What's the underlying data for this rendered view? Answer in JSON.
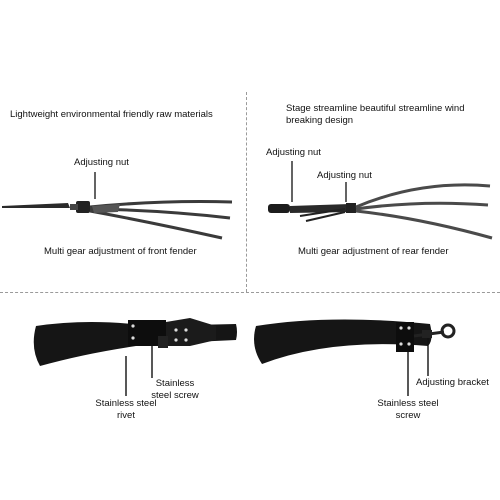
{
  "top_left": {
    "headline": "Lightweight environmental friendly raw materials",
    "callout": "Adjusting nut",
    "caption": "Multi gear adjustment of front fender"
  },
  "top_right": {
    "headline": "Stage streamline beautiful streamline wind breaking design",
    "callout_1": "Adjusting nut",
    "callout_2": "Adjusting nut",
    "caption": "Multi gear adjustment of rear fender"
  },
  "bottom_left": {
    "callout_rivet": "Stainless steel rivet",
    "callout_screw": "Stainless steel screw"
  },
  "bottom_right": {
    "callout_screw": "Stainless steel screw",
    "callout_bracket": "Adjusting bracket"
  },
  "colors": {
    "fender": "#1a1a1a",
    "stay": "#3a3a3a",
    "divider": "#9a9a9a"
  }
}
